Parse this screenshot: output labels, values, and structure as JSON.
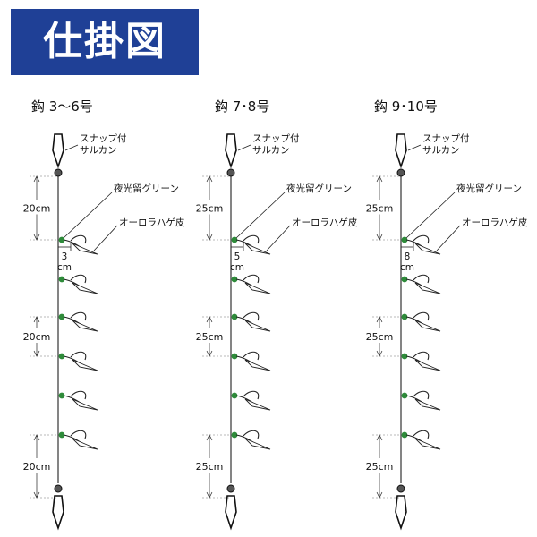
{
  "header": {
    "title": "仕掛図"
  },
  "colors": {
    "title_bg": "#1f4096",
    "bead": "#2e8b3a",
    "line": "#333333"
  },
  "columns": [
    {
      "heading": "鈎 3～6号",
      "snap_label": [
        "スナップ付",
        "サルカン"
      ],
      "bead_label": "夜光留グリーン",
      "skin_label": "オーロラハゲ皮",
      "branch_len": [
        "3",
        "cm"
      ],
      "spacing": [
        "20cm",
        "20cm",
        "20cm"
      ]
    },
    {
      "heading": "鈎 7･8号",
      "snap_label": [
        "スナップ付",
        "サルカン"
      ],
      "bead_label": "夜光留グリーン",
      "skin_label": "オーロラハゲ皮",
      "branch_len": [
        "5",
        "cm"
      ],
      "spacing": [
        "25cm",
        "25cm",
        "25cm"
      ]
    },
    {
      "heading": "鈎 9･10号",
      "snap_label": [
        "スナップ付",
        "サルカン"
      ],
      "bead_label": "夜光留グリーン",
      "skin_label": "オーロラハゲ皮",
      "branch_len": [
        "8",
        "cm"
      ],
      "spacing": [
        "25cm",
        "25cm",
        "25cm"
      ]
    }
  ]
}
